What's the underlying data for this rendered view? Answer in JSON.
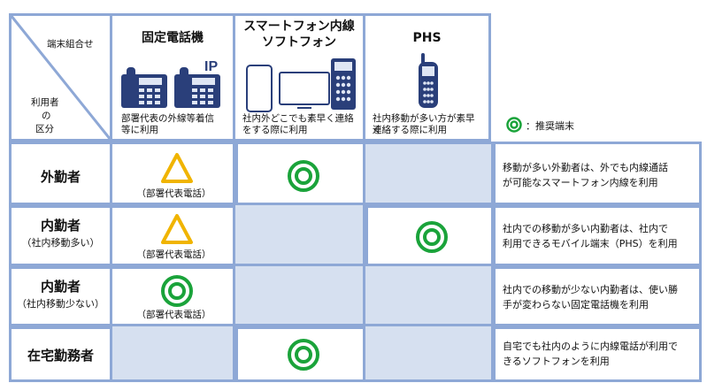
{
  "corner": {
    "top_label": "端末組合せ",
    "left_label_1": "利用者",
    "left_label_2": "の",
    "left_label_3": "区分"
  },
  "columns": [
    {
      "title_1": "固定電話機",
      "title_2": "",
      "desc_1": "部署代表の外線等着信",
      "desc_2": "等に利用",
      "icon": "desk-phone-icon"
    },
    {
      "title_1": "スマートフォン内線",
      "title_2": "ソフトフォン",
      "desc_1": "社内外どこでも素早く連絡",
      "desc_2": "をする際に利用",
      "icon": "smartphone-pc-icon"
    },
    {
      "title_1": "PHS",
      "title_2": "",
      "desc_1": "社内移動が多い方が素早く",
      "desc_2": "連絡する際に利用",
      "icon": "phs-handset-icon"
    }
  ],
  "legend": {
    "label": "：推奨端末",
    "symbol": "double-circle"
  },
  "rows": [
    {
      "main": "外勤者",
      "sub": "",
      "cells": [
        {
          "symbol": "triangle",
          "note": "（部署代表電話）"
        },
        {
          "symbol": "double-circle",
          "note": ""
        },
        {
          "symbol": "",
          "note": ""
        }
      ],
      "desc_1": "移動が多い外勤者は、外でも内線通話",
      "desc_2": "が可能なスマートフォン内線を利用"
    },
    {
      "main": "内勤者",
      "sub": "（社内移動多い）",
      "cells": [
        {
          "symbol": "triangle",
          "note": "（部署代表電話）"
        },
        {
          "symbol": "",
          "note": ""
        },
        {
          "symbol": "double-circle",
          "note": ""
        }
      ],
      "desc_1": "社内での移動が多い内勤者は、社内で",
      "desc_2": "利用できるモバイル端末（PHS）を利用"
    },
    {
      "main": "内勤者",
      "sub": "（社内移動少ない）",
      "cells": [
        {
          "symbol": "double-circle",
          "note": "（部署代表電話）"
        },
        {
          "symbol": "",
          "note": ""
        },
        {
          "symbol": "",
          "note": ""
        }
      ],
      "desc_1": "社内での移動が少ない内勤者は、使い勝",
      "desc_2": "手が変わらない固定電話機を利用"
    },
    {
      "main": "在宅勤務者",
      "sub": "",
      "cells": [
        {
          "symbol": "",
          "note": ""
        },
        {
          "symbol": "double-circle",
          "note": ""
        },
        {
          "symbol": "",
          "note": ""
        }
      ],
      "desc_1": "自宅でも社内のように内線電話が利用で",
      "desc_2": "きるソフトフォンを利用"
    }
  ],
  "colors": {
    "border": "#8ea8d6",
    "shade": "#d6e0f0",
    "recommend": "#1aa33a",
    "triangle": "#f0b400",
    "device": "#2a3f7a"
  }
}
